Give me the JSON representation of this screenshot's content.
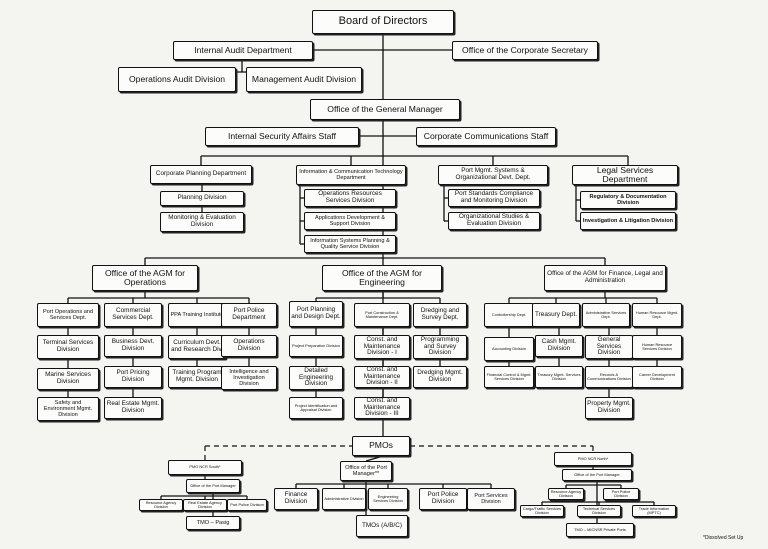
{
  "colors": {
    "background": "#f4f4f1",
    "box_fill": "#fcfcfa",
    "line": "#111111"
  },
  "nodes": {
    "board": "Board of Directors",
    "internal_audit": "Internal Audit  Department",
    "corp_secretary": "Office of the Corporate Secretary",
    "ops_audit": "Operations Audit Division",
    "mgmt_audit": "Management Audit Division",
    "gm": "Office of the General Manager",
    "internal_security": "Internal Security Affairs Staff",
    "corp_comm": "Corporate Communications Staff",
    "corp_planning": "Corporate Planning Department",
    "planning_div": "Planning Division",
    "monitoring_eval": "Monitoring & Evaluation Division",
    "ict_dept": "Information & Communication Technology Department",
    "ops_resources": "Operations Resources Services Division",
    "app_dev": "Applications Development & Support Division",
    "info_sys": "Information Systems Planning & Quality Service Division",
    "port_mgmt_sys": "Port Mgmt. Systems & Organizational Devt. Dept.",
    "port_standards": "Port Standards Compliance and Monitoring Division",
    "org_studies": "Organizational Studies & Evaluation Division",
    "legal_dept": "Legal  Services Department",
    "reg_doc": "Regulatory & Documentation  Division",
    "inv_lit": "Investigation & Litigation Division",
    "agm_ops": "Office of the AGM for Operations",
    "agm_eng": "Office of the AGM for Engineering",
    "agm_fin": "Office of the AGM for Finance, Legal and Administration",
    "port_ops_services": "Port Operations and Services Dept.",
    "commercial_services": "Commercial Services Dept.",
    "ppa_training": "PPA Training Institute",
    "port_police_dept": "Port Police Department",
    "terminal_services": "Terminal Services Division",
    "business_devt": "Business Devt. Division",
    "curriculum_devt": "Curriculum Devt. and Research Div.",
    "operations_div": "Operations Division",
    "marine_services": "Marine Services Division",
    "port_pricing": "Port Pricing Division",
    "training_program": "Training Program Mgmt. Division",
    "intel_invest": "Intelligence and Investigation Division",
    "safety_env": "Safety and Environment Mgmt. Division",
    "real_estate": "Real Estate Mgmt. Division",
    "port_planning_design": "Port Planning and Design Dept.",
    "port_construction": "Port Construction & Maintenance Dept.",
    "dredging_survey": "Dredging and Survey Dept.",
    "project_prep": "Project Preparation Division",
    "const_maint_1": "Const. and Maintenance Division - I",
    "programming_survey": "Programming and Survey Division",
    "detailed_eng": "Detailed Engineering Division",
    "const_maint_2": "Const. and Maintenance Division - II",
    "dredging_mgmt": "Dredging Mgmt. Division",
    "project_ident": "Project Identification and Appraisal Division",
    "const_maint_3": "Const. and Maintenance Division - III",
    "controllership": "Controllership Dept.",
    "treasury": "Treasury Dept.",
    "admin_services": "Administrative Services Dept.",
    "human_resource": "Human Resource Mgmt. Dept.",
    "accounting": "Accounting Division",
    "cash_mgmt": "Cash Mgmt. Division",
    "general_services": "General Services Division",
    "hr_services": "Human Resource Services Division",
    "financial_control": "Financial Control & Mgmt. Services Division",
    "treasury_services": "Treasury Mgmt. Services Division",
    "records_comm": "Records & Communications Division",
    "career_dev": "Career Development Division",
    "property_mgmt": "Property Mgmt. Division",
    "pmos": "PMOs",
    "pmo_ncr_south": "PMO NCR South*",
    "pmo_ncr_north": "PMO NCR North*",
    "office_port_mgr_s": "Office of the Port Manager",
    "office_port_mgr_c": "Office of the Port Manager**",
    "office_port_mgr_n": "Office of the Port Manager",
    "s_resource_agency": "Resource Agency Division",
    "s_real_estate": "Real Estate Agency Division",
    "s_port_police": "Port Police Division",
    "tmo_pasig": "TMO – Pasig",
    "finance_div": "Finance Division",
    "admin_div": "Administrative Division",
    "eng_services": "Engineering Services Division",
    "port_police_div": "Port Police Division",
    "port_services_div": "Port Services Division",
    "tmos_abc": "TMOs (A/B/C)",
    "n_resource": "Resource Agency Division",
    "n_port_police": "Port Police Division",
    "n_cargo_traffic": "Cargo/Traffic Services Division",
    "n_technical": "Technical Services Division",
    "n_trade_info": "Trade Information (MPTC)",
    "tmo_north": "TMO – MICNSR Private Ports"
  },
  "footnote": "*Dissolved Set Up"
}
